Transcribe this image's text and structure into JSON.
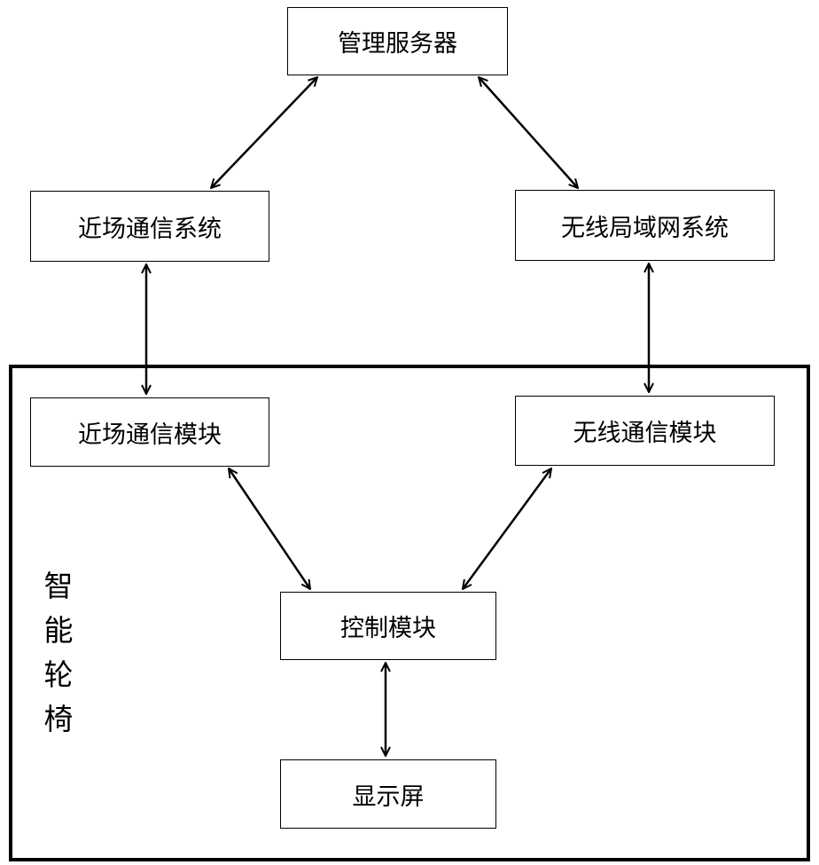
{
  "nodes": {
    "management_server": "管理服务器",
    "nfc_system": "近场通信系统",
    "wlan_system": "无线局域网系统",
    "nfc_module": "近场通信模块",
    "wireless_module": "无线通信模块",
    "control_module": "控制模块",
    "display": "显示屏"
  },
  "container_label": [
    "智",
    "能",
    "轮",
    "椅"
  ],
  "colors": {
    "line": "#000000",
    "background": "#ffffff"
  }
}
